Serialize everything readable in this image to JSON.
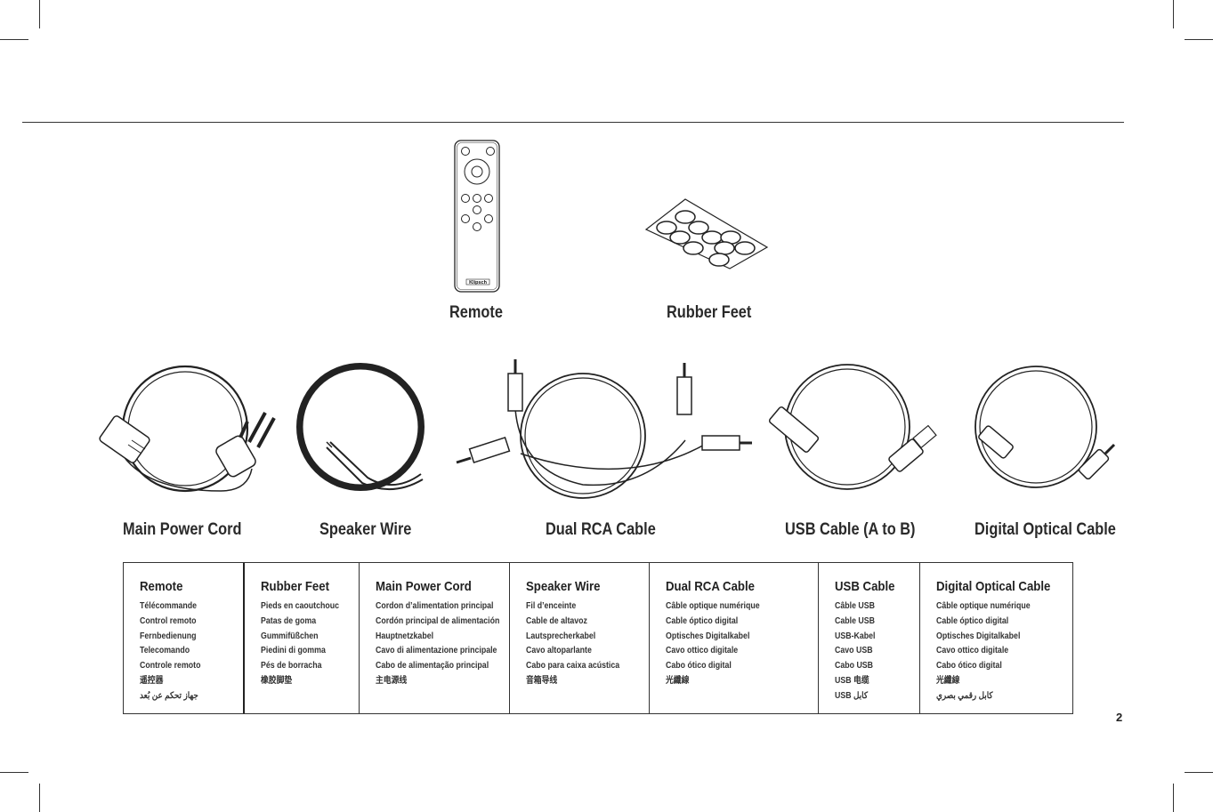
{
  "products": {
    "remote": "Remote",
    "rubber_feet": "Rubber Feet",
    "main_power_cord": "Main Power Cord",
    "speaker_wire": "Speaker Wire",
    "dual_rca": "Dual RCA Cable",
    "usb": "USB Cable (A to B)",
    "optical": "Digital Optical Cable"
  },
  "remote_brand": "Klipsch",
  "table": [
    {
      "title": "Remote",
      "items": [
        "Télécommande",
        "Control remoto",
        "Fernbedienung",
        "Telecomando",
        "Controle remoto",
        "遥控器",
        "جهاز تحكم عن بُعد"
      ]
    },
    {
      "title": "Rubber Feet",
      "items": [
        "Pieds en caoutchouc",
        "Patas de goma",
        "Gummifüßchen",
        "Piedini di gomma",
        "Pés de borracha",
        "橡胶脚垫"
      ]
    },
    {
      "title": "Main Power Cord",
      "items": [
        "Cordon d’alimentation principal",
        "Cordón principal de alimentación",
        "Hauptnetzkabel",
        "Cavo di alimentazione principale",
        "Cabo de alimentação principal",
        "主电源线"
      ]
    },
    {
      "title": "Speaker Wire",
      "items": [
        "Fil d’enceinte",
        "Cable de altavoz",
        "Lautsprecherkabel",
        "Cavo altoparlante",
        "Cabo para caixa acústica",
        "音箱导线"
      ]
    },
    {
      "title": "Dual RCA Cable",
      "items": [
        "Câble optique numérique",
        "Cable óptico digital",
        "Optisches Digitalkabel",
        "Cavo ottico digitale",
        "Cabo ótico digital",
        "光纖線"
      ]
    },
    {
      "title": "USB Cable",
      "items": [
        "Câble USB",
        "Cable USB",
        "USB-Kabel",
        "Cavo USB",
        "Cabo USB",
        "USB 电缆",
        "USB كابل"
      ]
    },
    {
      "title": "Digital Optical Cable",
      "items": [
        "Câble optique numérique",
        "Cable óptico digital",
        "Optisches Digitalkabel",
        "Cavo ottico digitale",
        "Cabo ótico digital",
        "光纖線",
        "كابل رقمي بصري"
      ]
    }
  ],
  "page_number": "2"
}
